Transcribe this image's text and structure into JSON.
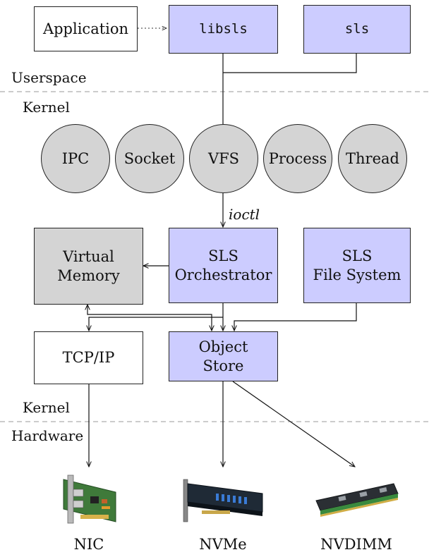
{
  "layers": {
    "userspace": "Userspace",
    "kernel_top": "Kernel",
    "kernel_bottom": "Kernel",
    "hardware": "Hardware"
  },
  "boxes": {
    "application": "Application",
    "libsls": "libsls",
    "sls": "sls",
    "virtual_memory_line1": "Virtual",
    "virtual_memory_line2": "Memory",
    "sls_orchestrator_line1": "SLS",
    "sls_orchestrator_line2": "Orchestrator",
    "sls_fs_line1": "SLS",
    "sls_fs_line2": "File System",
    "tcpip": "TCP/IP",
    "object_store_line1": "Object",
    "object_store_line2": "Store"
  },
  "subsystems": [
    "IPC",
    "Socket",
    "VFS",
    "Process",
    "Thread"
  ],
  "edge_label": "ioctl",
  "devices": {
    "nic": "NIC",
    "nvme": "NVMe",
    "nvdimm": "NVDIMM"
  },
  "colors": {
    "userspace_box": "#ccccff",
    "kernel_gray": "#d4d4d4"
  }
}
